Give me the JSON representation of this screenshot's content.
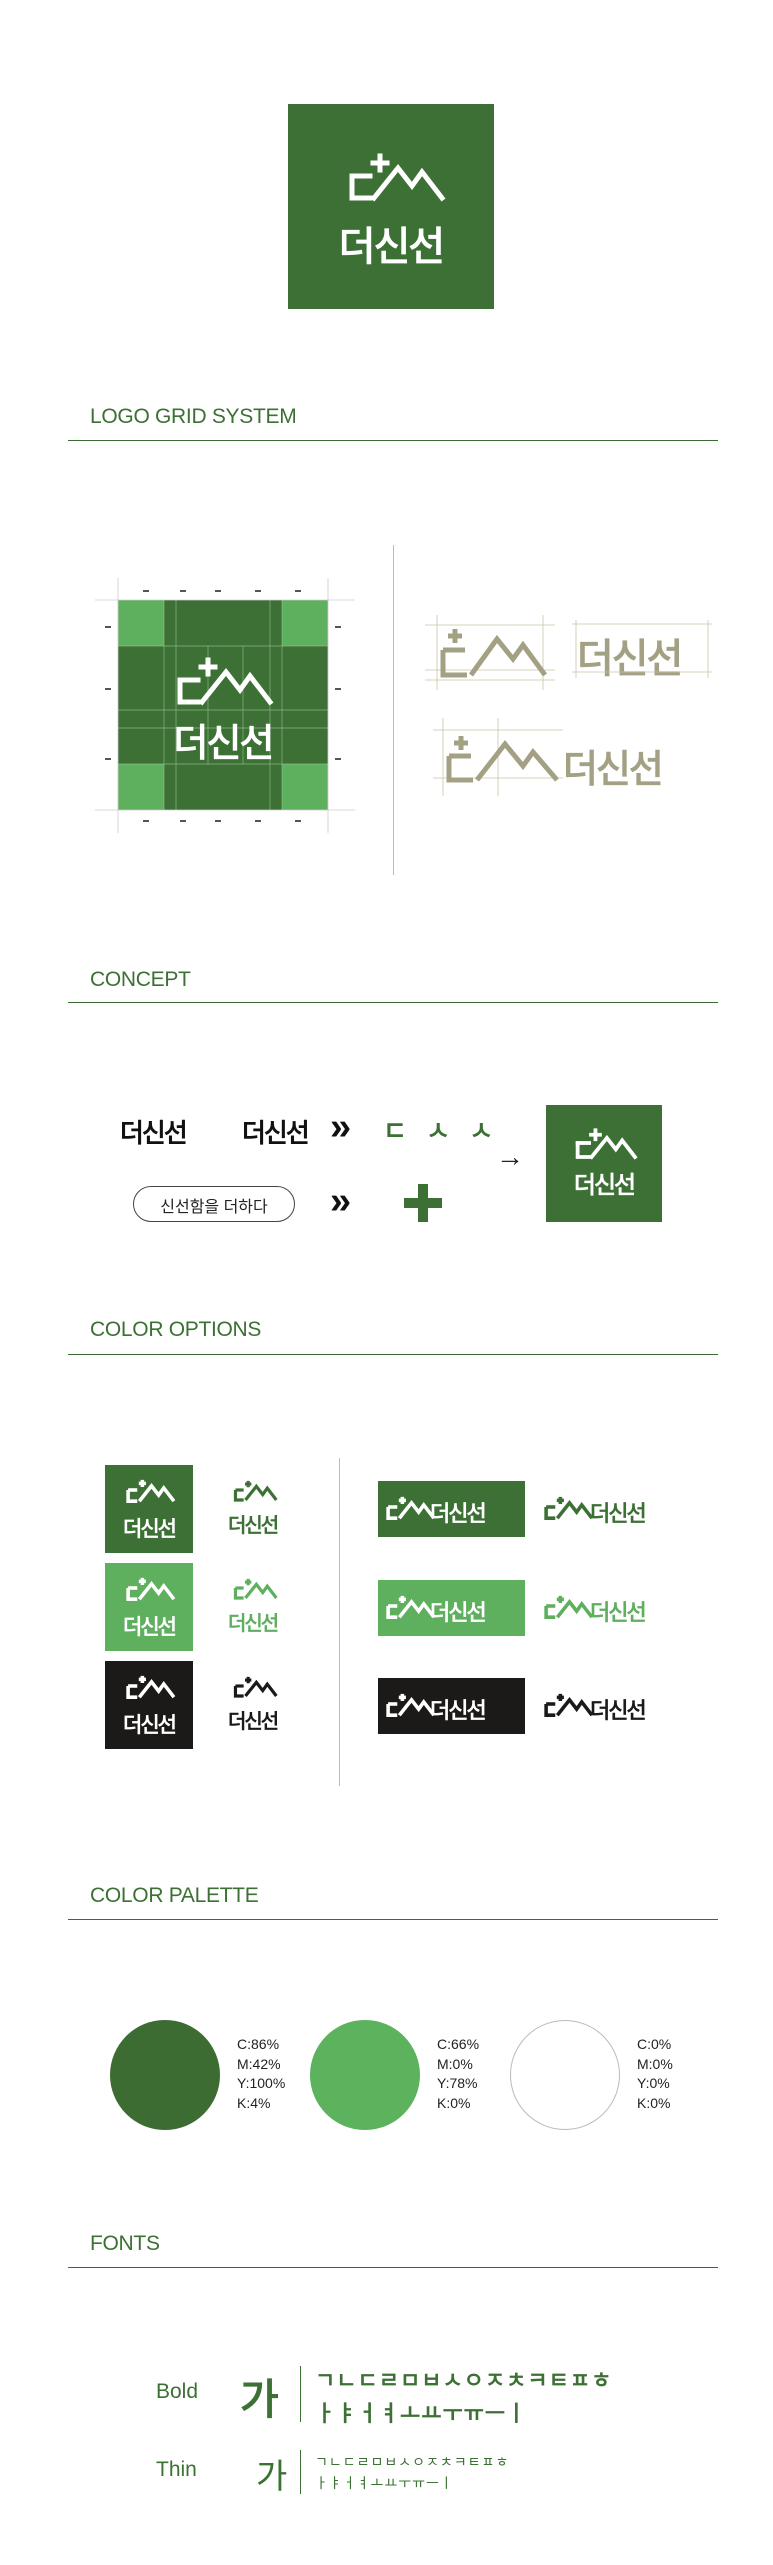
{
  "brand": {
    "wordmark": "더신선",
    "colors": {
      "dark_green": "#3c7034",
      "light_green": "#5eaf5e",
      "black": "#1c1a19",
      "white": "#ffffff"
    }
  },
  "sections": {
    "logo_grid": "LOGO GRID SYSTEM",
    "concept": "CONCEPT",
    "color_options": "COLOR OPTIONS",
    "color_palette": "COLOR PALETTE",
    "fonts": "FONTS"
  },
  "concept": {
    "consonants": "ㄷ ㅅ ㅅ",
    "tagline": "신선함을 더하다",
    "chevrons": "»",
    "arrow": "→",
    "plus": "+"
  },
  "palette": [
    {
      "color": "#3c6c32",
      "lines": [
        "C:86%",
        "M:42%",
        "Y:100%",
        "K:4%"
      ]
    },
    {
      "color": "#5db25e",
      "lines": [
        "C:66%",
        "M:0%",
        "Y:78%",
        "K:0%"
      ]
    },
    {
      "color": "#ffffff",
      "lines": [
        "C:0%",
        "M:0%",
        "Y:0%",
        "K:0%"
      ]
    }
  ],
  "fonts": {
    "bold_label": "Bold",
    "thin_label": "Thin",
    "sample_char": "가",
    "row1": "ㄱㄴㄷㄹㅁㅂㅅㅇㅈㅊㅋㅌㅍㅎ",
    "row2": "ㅏㅑㅓㅕㅗㅛㅜㅠㅡㅣ"
  }
}
